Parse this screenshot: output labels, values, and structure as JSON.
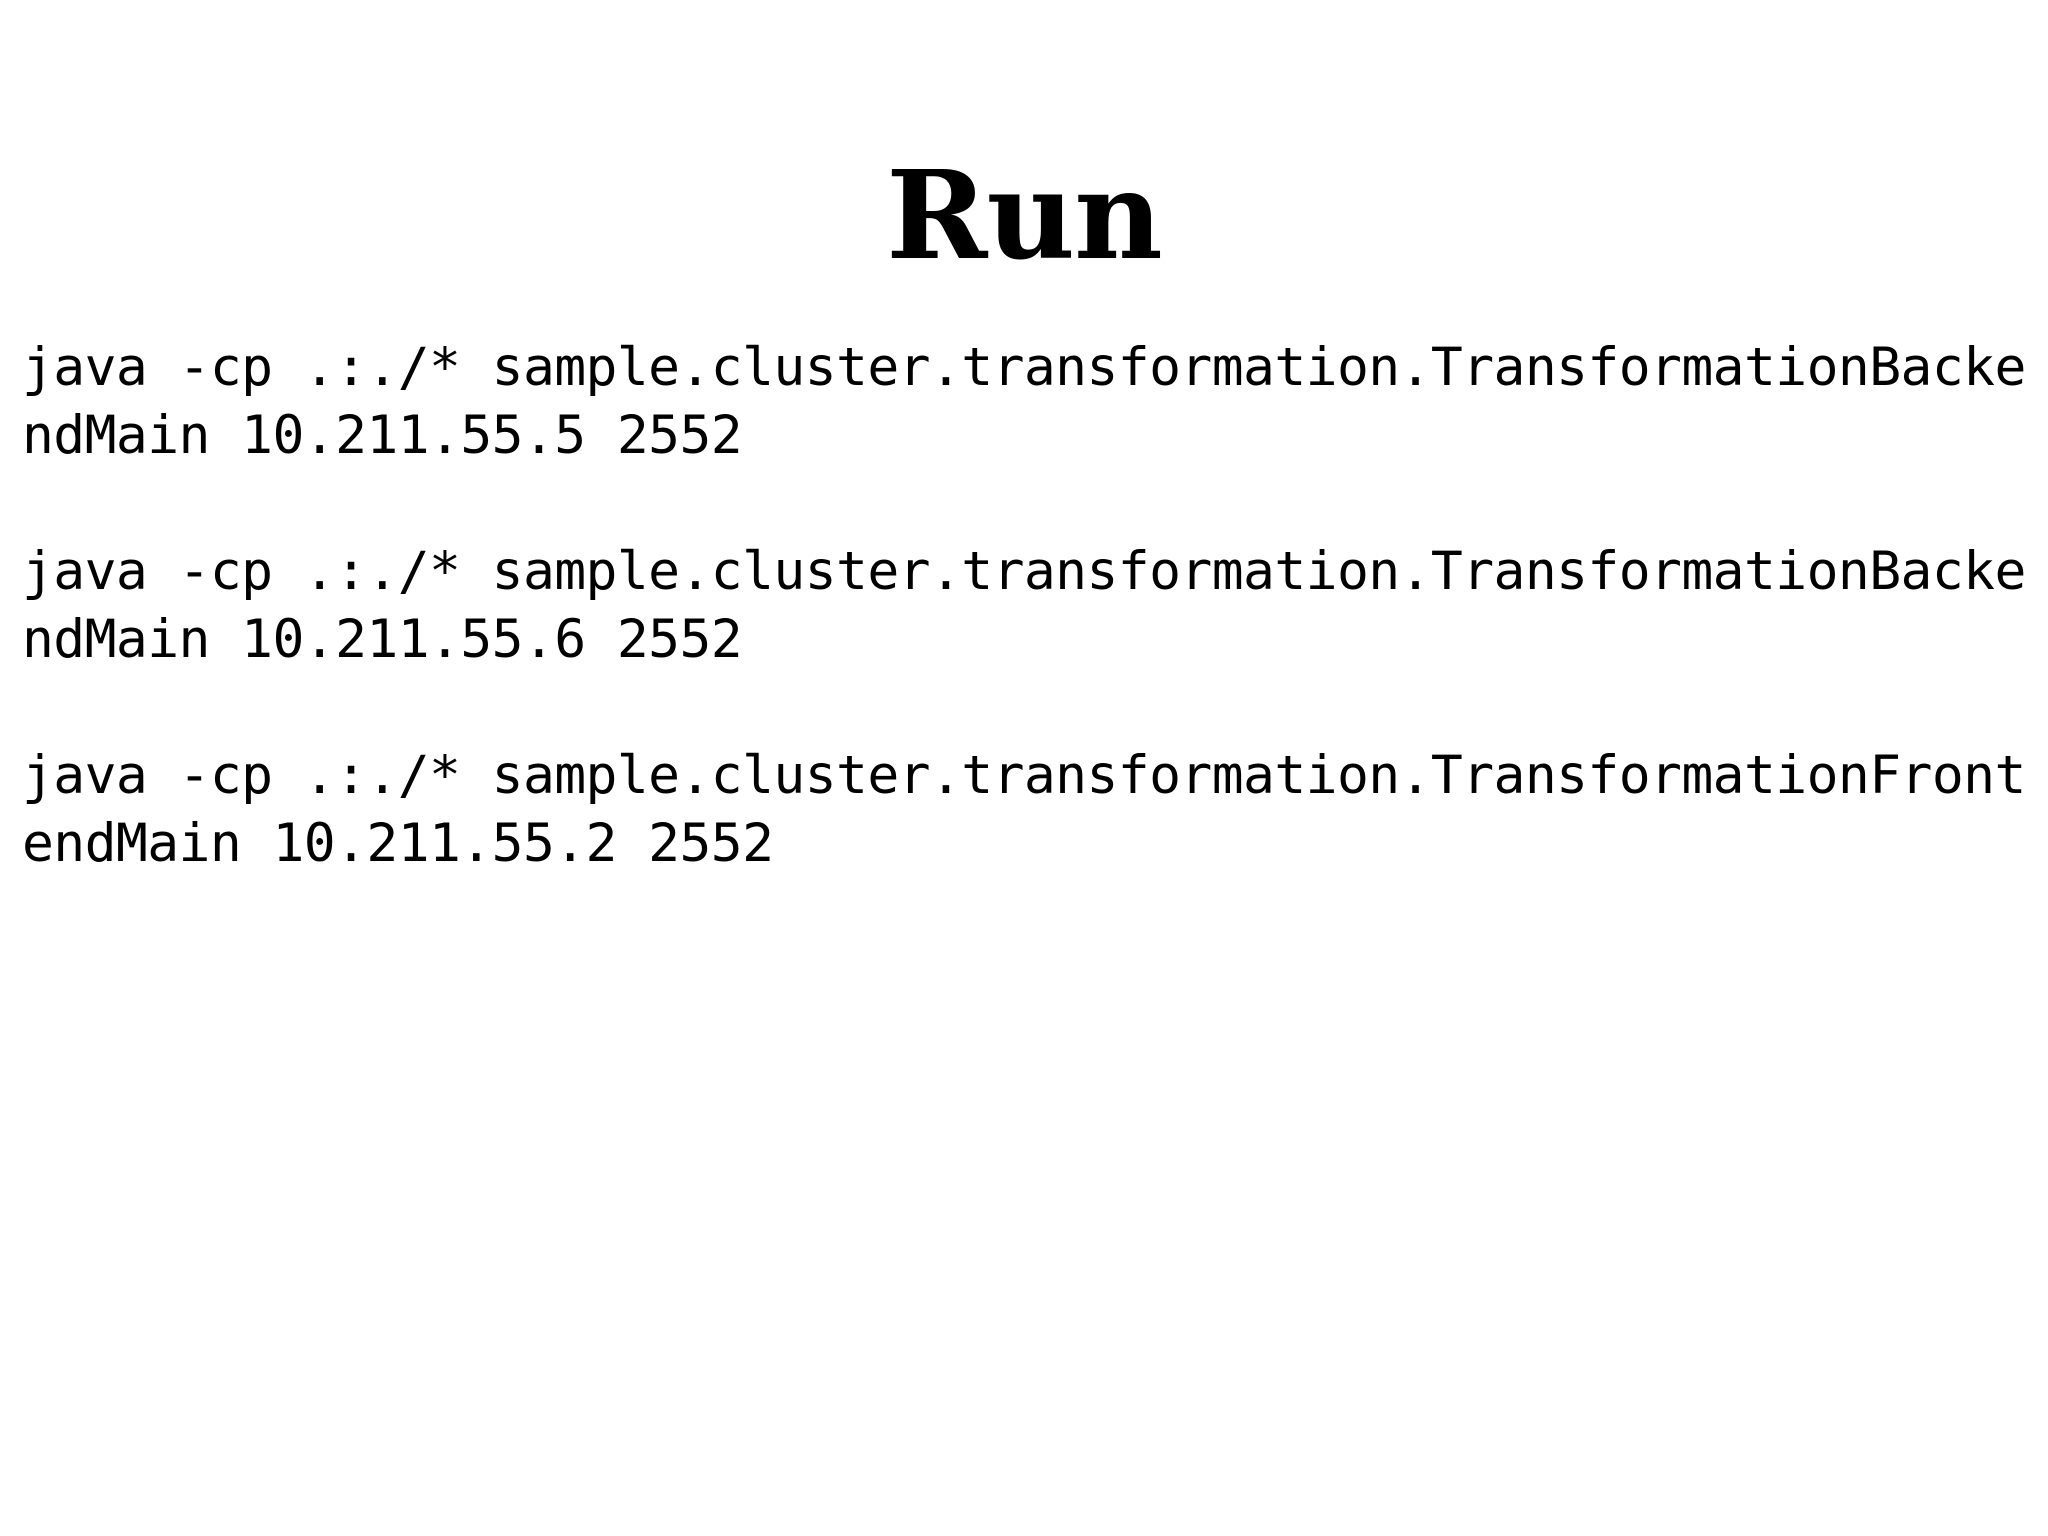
{
  "slide": {
    "title": "Run",
    "background_color": "#ffffff",
    "text_color": "#000000",
    "commands": [
      {
        "id": "backend-node-1",
        "text": "java -cp .:./* sample.cluster.transformation.TransformationBackendMain 10.211.55.5 2552",
        "program": "java",
        "flag": "-cp",
        "classpath": ".:./*",
        "main_class": "sample.cluster.transformation.TransformationBackendMain",
        "host": "10.211.55.5",
        "port": "2552",
        "wrapped_lines": [
          "java -cp .:./*",
          "sample.cluster.transformation.TransformationBackendMa",
          "in 10.211.55.5 2552"
        ]
      },
      {
        "id": "backend-node-2",
        "text": "java -cp .:./* sample.cluster.transformation.TransformationBackendMain 10.211.55.6 2552",
        "program": "java",
        "flag": "-cp",
        "classpath": ".:./*",
        "main_class": "sample.cluster.transformation.TransformationBackendMain",
        "host": "10.211.55.6",
        "port": "2552",
        "wrapped_lines": [
          "java -cp .:./*",
          "sample.cluster.transformation.TransformationBackendMa",
          "in 10.211.55.6 2552"
        ]
      },
      {
        "id": "frontend-node",
        "text": "java -cp .:./* sample.cluster.transformation.TransformationFrontendMain 10.211.55.2 2552",
        "program": "java",
        "flag": "-cp",
        "classpath": ".:./*",
        "main_class": "sample.cluster.transformation.TransformationFrontendMain",
        "host": "10.211.55.2",
        "port": "2552",
        "wrapped_lines": [
          "java -cp .:./*",
          "sample.cluster.transformation.TransformationFrontendM",
          "ain 10.211.55.2 2552"
        ]
      }
    ]
  }
}
